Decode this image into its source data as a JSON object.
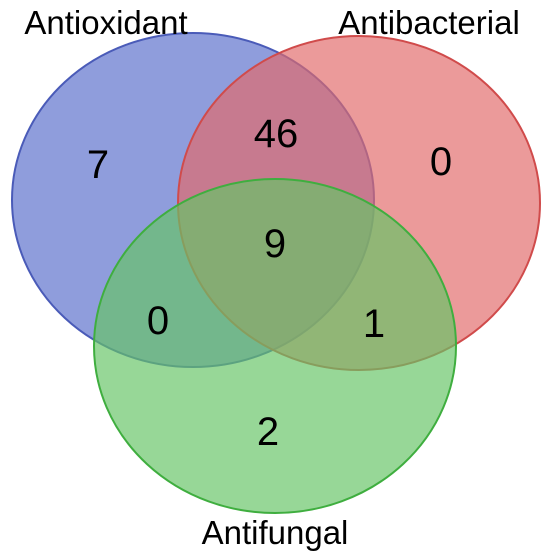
{
  "sets": {
    "antioxidant": {
      "label": "Antioxidant",
      "fill": "#5a6fcc",
      "stroke": "#4a5bb8"
    },
    "antibacterial": {
      "label": "Antibacterial",
      "fill": "#e16a6a",
      "stroke": "#d04b4b"
    },
    "antifungal": {
      "label": "Antifungal",
      "fill": "#66c466",
      "stroke": "#3fae3f"
    }
  },
  "regions": {
    "antioxidant_only": "7",
    "antibacterial_only": "0",
    "antifungal_only": "2",
    "antioxidant_antibacterial": "46",
    "antioxidant_antifungal": "0",
    "antibacterial_antifungal": "1",
    "all_three": "9"
  }
}
